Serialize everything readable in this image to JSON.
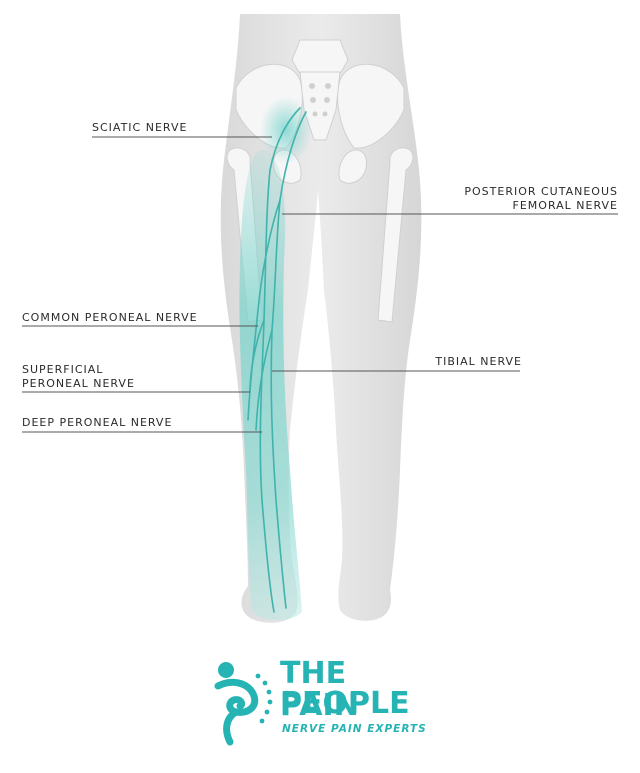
{
  "labels": {
    "sciatic": "SCIATIC NERVE",
    "posterior_line1": "POSTERIOR CUTANEOUS",
    "posterior_line2": "FEMORAL NERVE",
    "common_peroneal": "COMMON PERONEAL NERVE",
    "superficial_line1": "SUPERFICIAL",
    "superficial_line2": "PERONEAL NERVE",
    "tibial": "TIBIAL NERVE",
    "deep_peroneal": "DEEP PERONEAL NERVE"
  },
  "logo": {
    "line1": "THE PAIN",
    "line2": "PEOPLE",
    "tagline": "NERVE PAIN EXPERTS"
  },
  "colors": {
    "brand": "#26b3b3",
    "nerve": "#5ec9c4",
    "body": "#e6e6e6",
    "bone": "#f7f7f7"
  }
}
